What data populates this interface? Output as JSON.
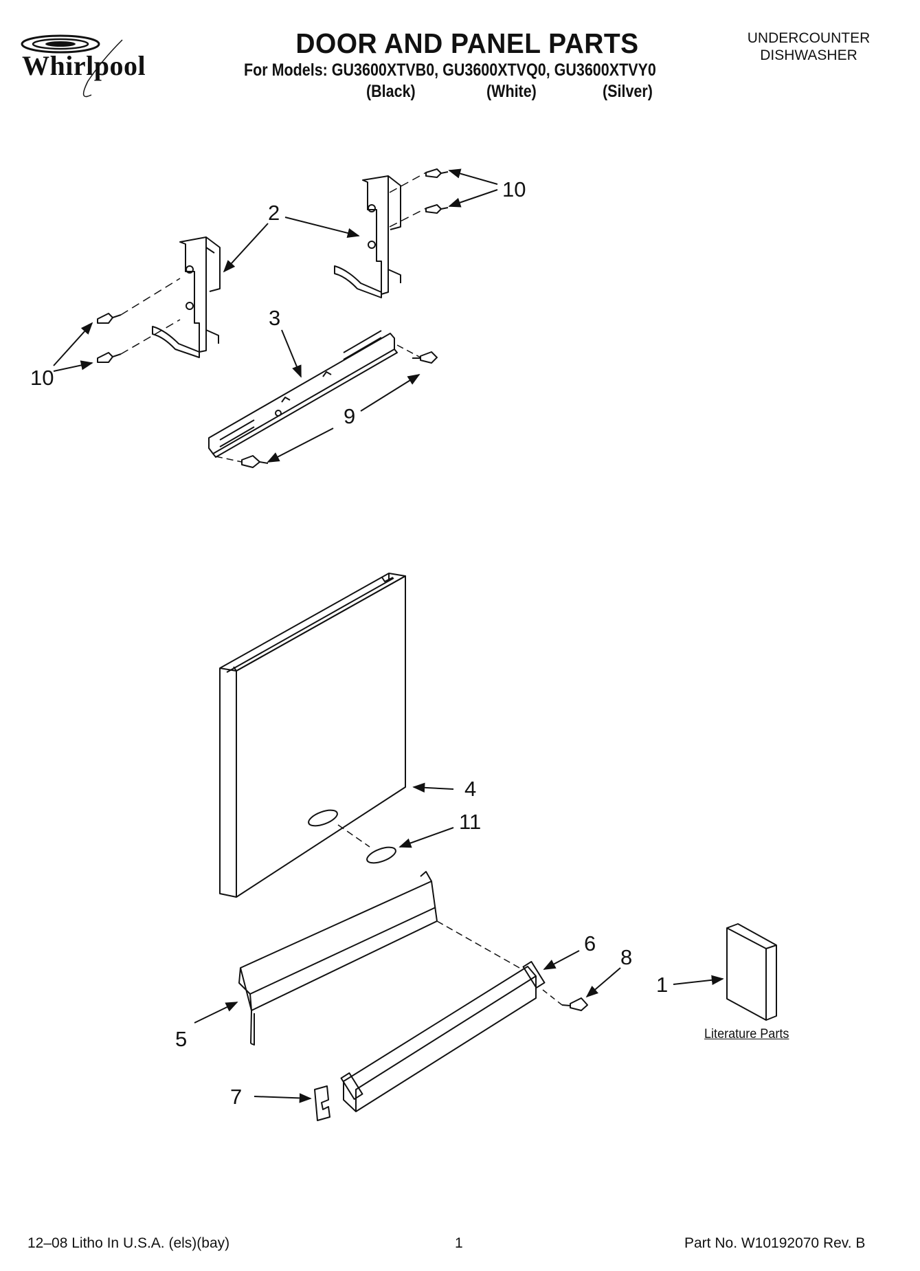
{
  "brand": {
    "name": "Whirlpool"
  },
  "header": {
    "title": "DOOR AND PANEL PARTS",
    "models_line": "For Models: GU3600XTVB0, GU3600XTVQ0, GU3600XTVY0",
    "variants": [
      "(Black)",
      "(White)",
      "(Silver)"
    ],
    "category_line1": "UNDERCOUNTER",
    "category_line2": "DISHWASHER"
  },
  "callouts": {
    "c2": "2",
    "c10_top": "10",
    "c10_left": "10",
    "c3": "3",
    "c9": "9",
    "c4": "4",
    "c11": "11",
    "c6": "6",
    "c8": "8",
    "c1": "1",
    "c5": "5",
    "c7": "7"
  },
  "literature_label": "Literature Parts",
  "footer": {
    "left": "12–08 Litho In U.S.A. (els)(bay)",
    "page": "1",
    "part_no": "Part No. W10192070 Rev. B"
  }
}
